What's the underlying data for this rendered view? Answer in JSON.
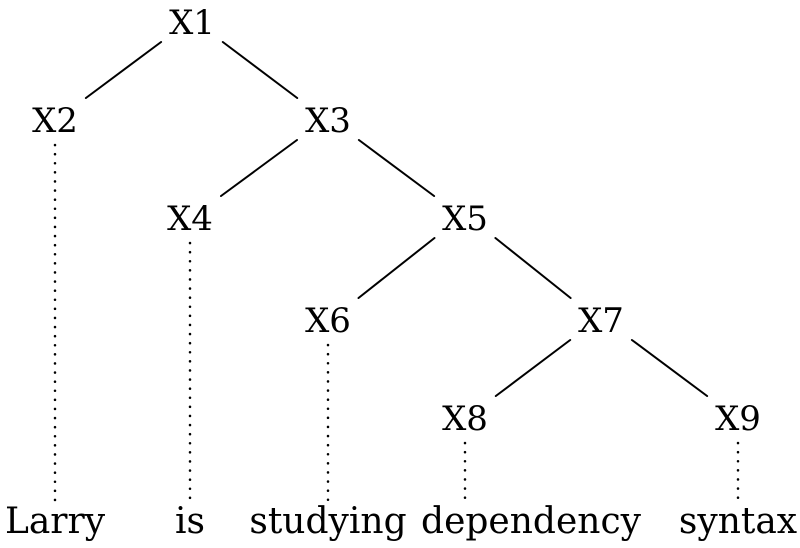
{
  "diagram": {
    "type": "tree",
    "nodes": [
      {
        "id": "X1",
        "label": "X1"
      },
      {
        "id": "X2",
        "label": "X2"
      },
      {
        "id": "X3",
        "label": "X3"
      },
      {
        "id": "X4",
        "label": "X4"
      },
      {
        "id": "X5",
        "label": "X5"
      },
      {
        "id": "X6",
        "label": "X6"
      },
      {
        "id": "X7",
        "label": "X7"
      },
      {
        "id": "X8",
        "label": "X8"
      },
      {
        "id": "X9",
        "label": "X9"
      }
    ],
    "edges": [
      {
        "from": "X1",
        "to": "X2"
      },
      {
        "from": "X1",
        "to": "X3"
      },
      {
        "from": "X3",
        "to": "X4"
      },
      {
        "from": "X3",
        "to": "X5"
      },
      {
        "from": "X5",
        "to": "X6"
      },
      {
        "from": "X5",
        "to": "X7"
      },
      {
        "from": "X7",
        "to": "X8"
      },
      {
        "from": "X7",
        "to": "X9"
      }
    ],
    "words": [
      {
        "id": "w1",
        "text": "Larry",
        "attached_to": "X2"
      },
      {
        "id": "w2",
        "text": "is",
        "attached_to": "X4"
      },
      {
        "id": "w3",
        "text": "studying",
        "attached_to": "X6"
      },
      {
        "id": "w4",
        "text": "dependency",
        "attached_to": "X8"
      },
      {
        "id": "w5",
        "text": "syntax",
        "attached_to": "X9"
      }
    ],
    "colors": {
      "line": "#000000",
      "text": "#000000",
      "background": "#ffffff"
    }
  }
}
